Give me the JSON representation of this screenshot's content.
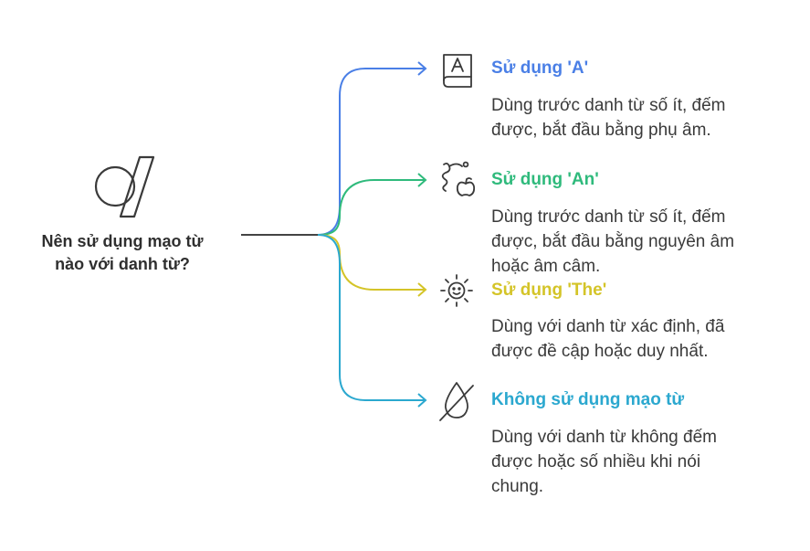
{
  "question": {
    "line1": "Nên sử dụng mạo từ",
    "line2": "nào với danh từ?"
  },
  "branches": [
    {
      "title": "Sử dụng 'A'",
      "desc_line1": "Dùng trước danh từ số ít, đếm",
      "desc_line2": "được, bắt đầu bằng phụ âm.",
      "desc_line3": "",
      "color": "#4a7fe6",
      "icon": "book-a-icon"
    },
    {
      "title": "Sử dụng 'An'",
      "desc_line1": "Dùng trước danh từ số ít, đếm",
      "desc_line2": "được, bắt đầu bằng nguyên âm",
      "desc_line3": "hoặc âm câm.",
      "color": "#2fba7c",
      "icon": "apple-worm-icon"
    },
    {
      "title": "Sử dụng 'The'",
      "desc_line1": "Dùng với danh từ xác định, đã",
      "desc_line2": "được đề cập hoặc duy nhất.",
      "desc_line3": "",
      "color": "#d4c428",
      "icon": "sun-icon"
    },
    {
      "title": "Không sử dụng mạo từ",
      "desc_line1": "Dùng với danh từ không đếm",
      "desc_line2": "được hoặc số nhiều khi nói",
      "desc_line3": "chung.",
      "color": "#2ba8cf",
      "icon": "slashed-drop-icon"
    }
  ]
}
